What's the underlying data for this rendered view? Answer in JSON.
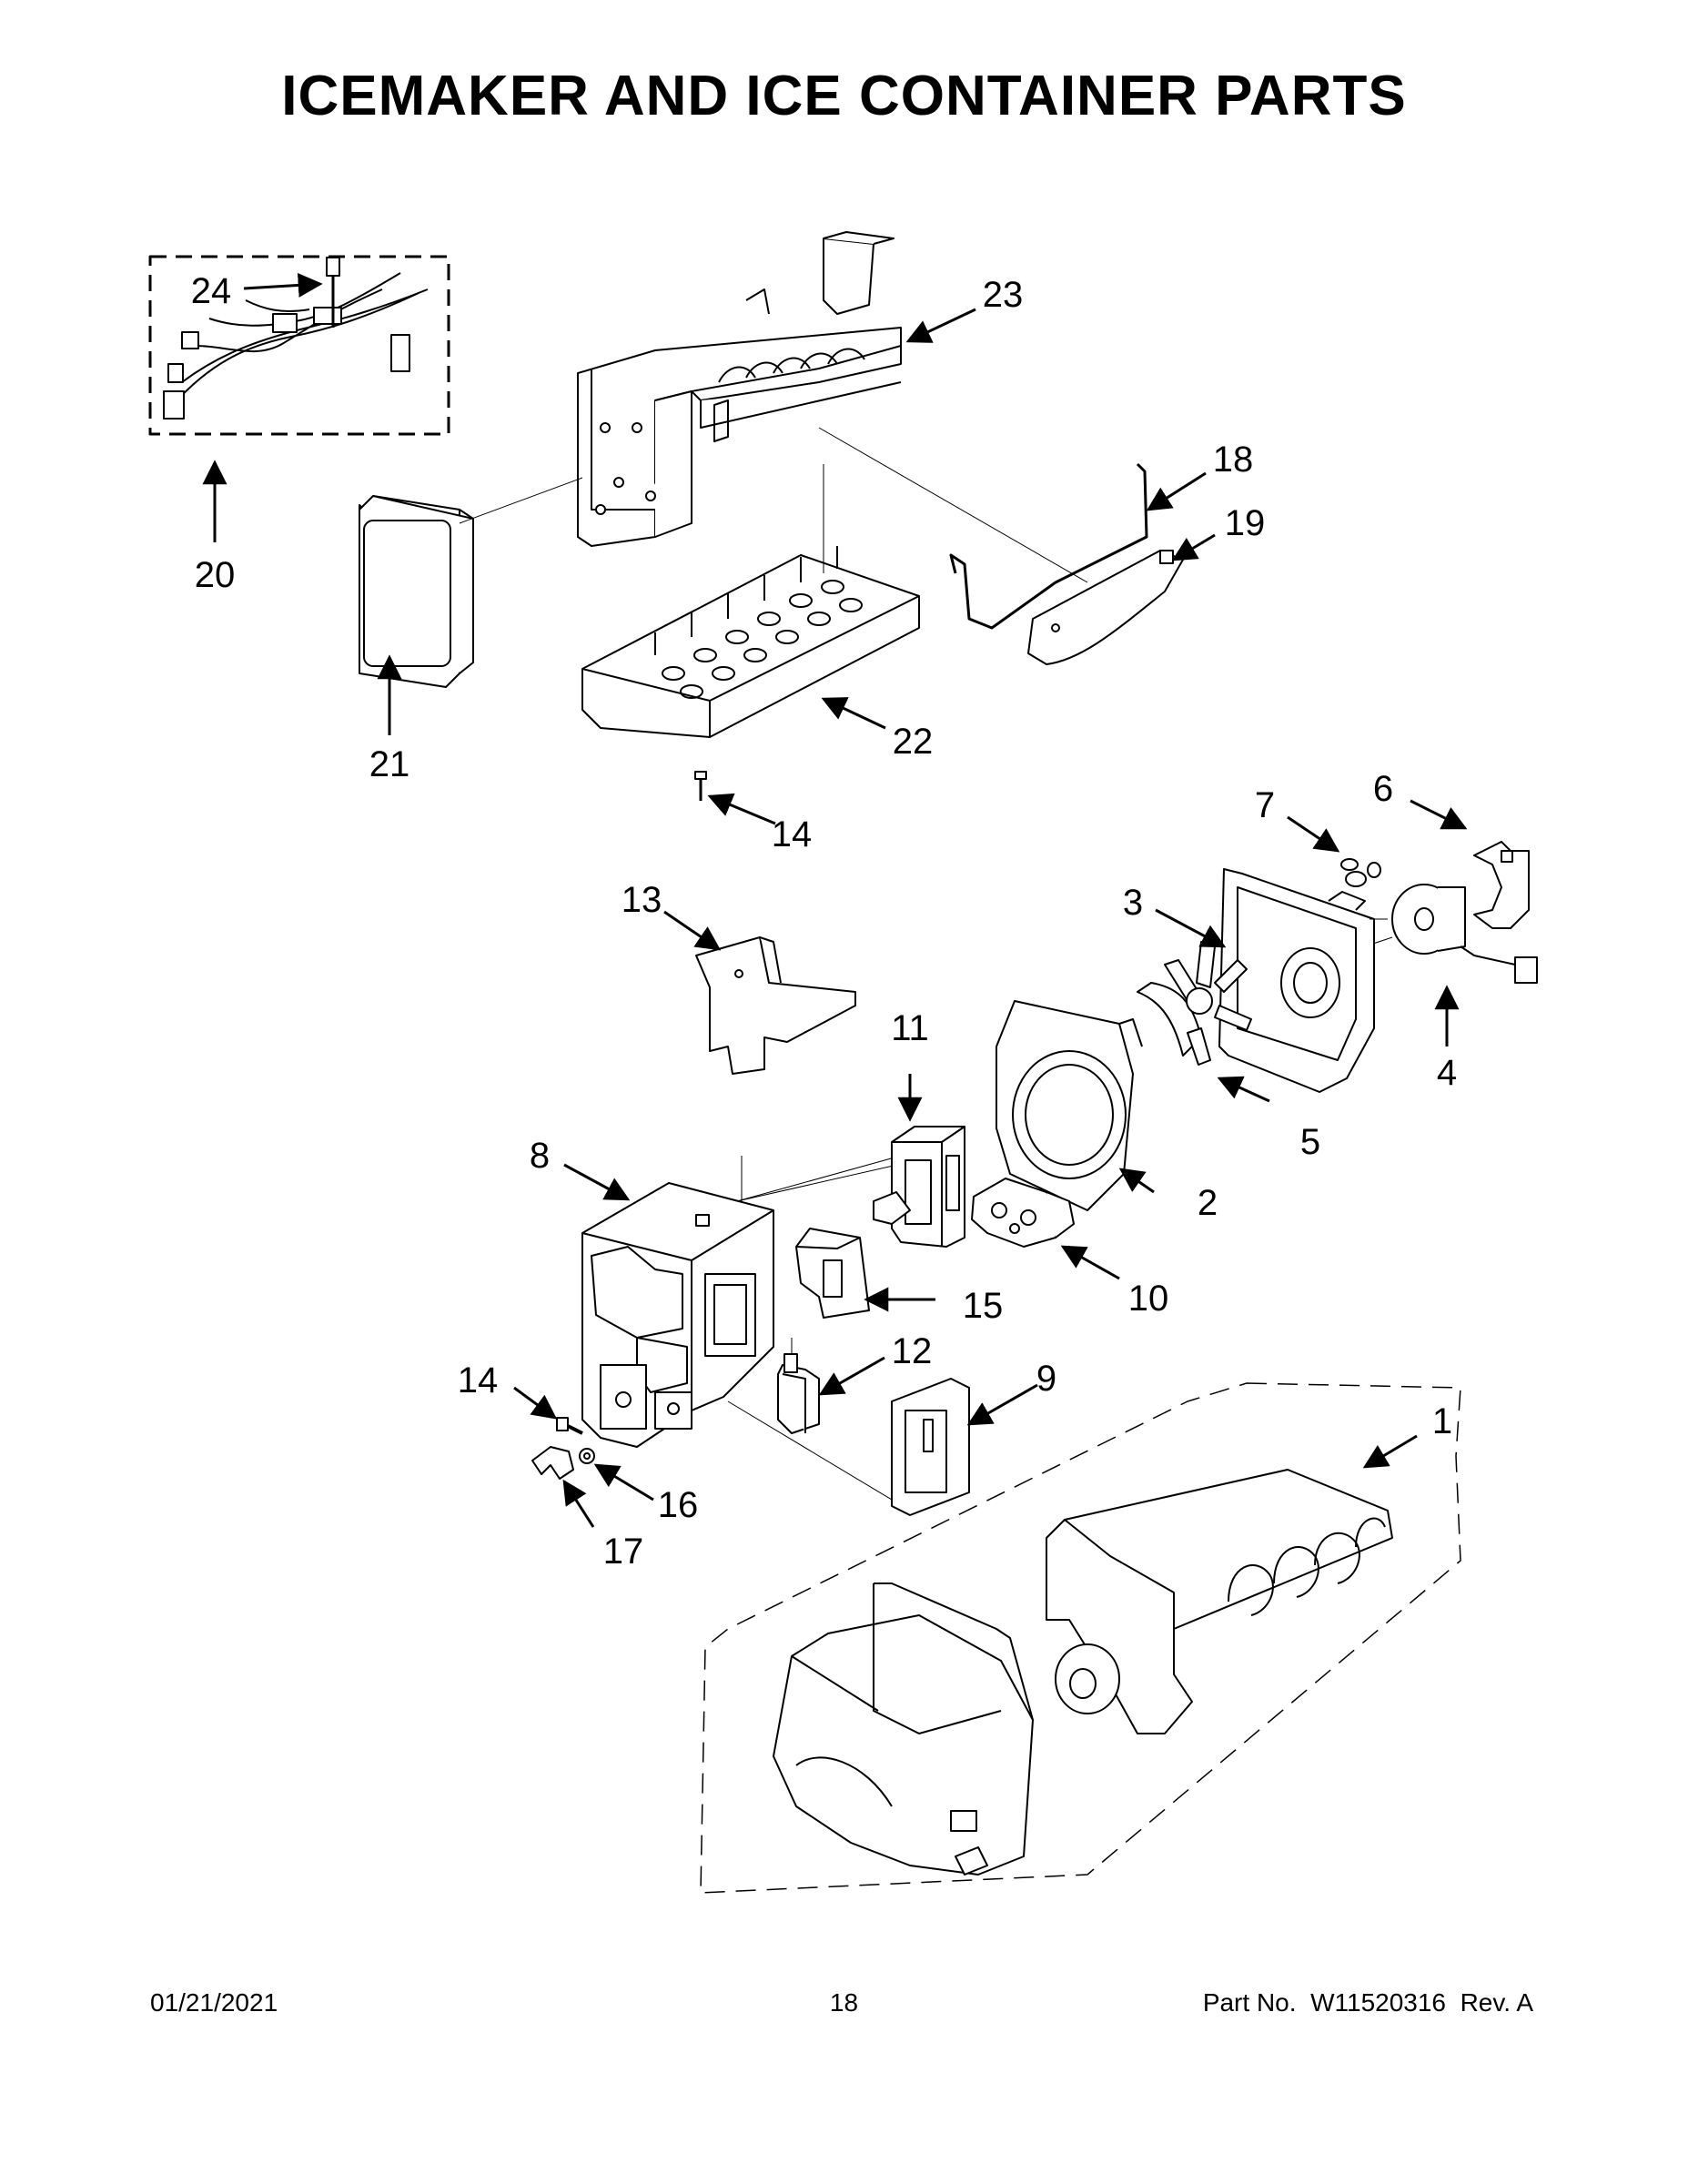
{
  "page": {
    "title": "ICEMAKER AND ICE CONTAINER PARTS"
  },
  "callouts": {
    "c1": "1",
    "c2": "2",
    "c3": "3",
    "c4": "4",
    "c5": "5",
    "c6": "6",
    "c7": "7",
    "c8": "8",
    "c9": "9",
    "c10": "10",
    "c11": "11",
    "c12": "12",
    "c13": "13",
    "c14a": "14",
    "c14b": "14",
    "c15": "15",
    "c16": "16",
    "c17": "17",
    "c18": "18",
    "c19": "19",
    "c20": "20",
    "c21": "21",
    "c22": "22",
    "c23": "23",
    "c24": "24"
  },
  "footer": {
    "date": "01/21/2021",
    "page_number": "18",
    "part_label": "Part No.",
    "part_number": "W11520316",
    "rev_label": "Rev.",
    "rev_value": "A"
  },
  "colors": {
    "line": "#000000",
    "part_fill": "#ffffff",
    "shade": "#e6e6e6"
  }
}
